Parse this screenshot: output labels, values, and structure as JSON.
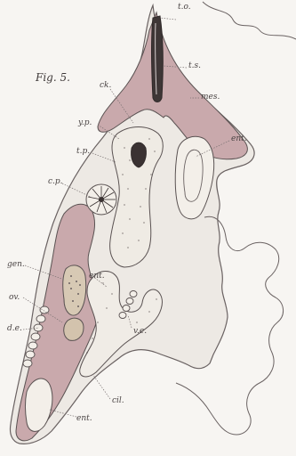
{
  "figure": {
    "title": "Fig. 5.",
    "colors": {
      "paper": "#f7f5f2",
      "tissue": "#c9a9ac",
      "outline": "#5a5252",
      "ink": "#4a4444"
    }
  },
  "labels": {
    "to": "t.o.",
    "ts": "t.s.",
    "mes": "mes.",
    "ent_top": "ent.",
    "ck": "ck.",
    "yp": "y.p.",
    "tp": "t.p.",
    "cp": "c.p.",
    "gen": "gen.",
    "ent_mid": "ent.",
    "ov": "ov.",
    "de": "d.e.",
    "ve": "v.e.",
    "cil": "cil.",
    "ent_bot": "ent."
  }
}
